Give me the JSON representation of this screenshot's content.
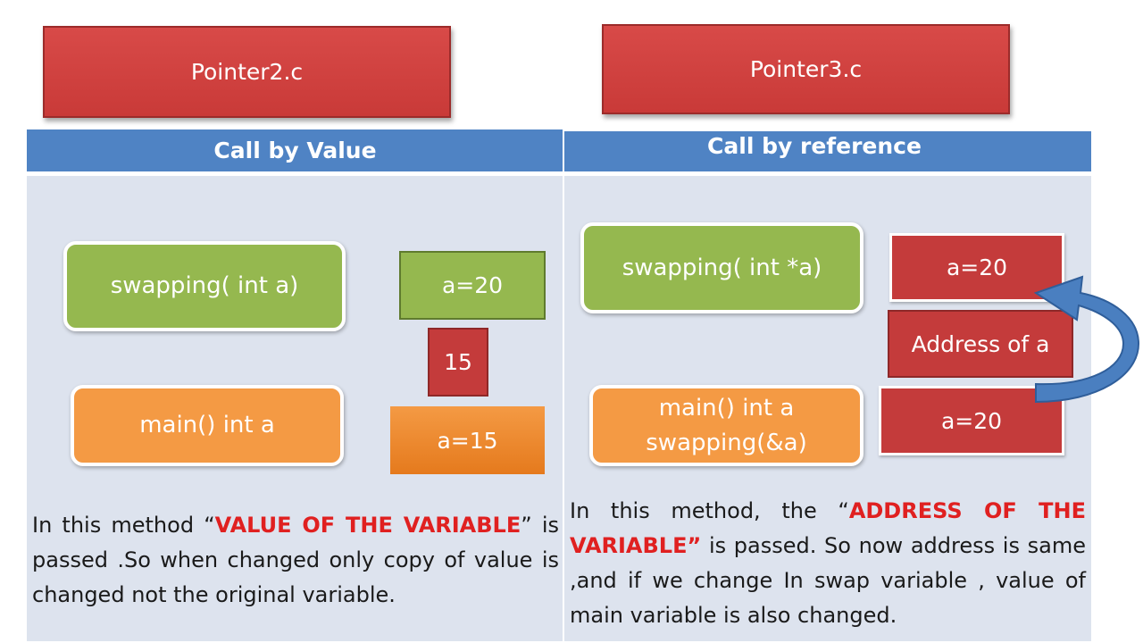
{
  "titles": {
    "left": "Pointer2.c",
    "right": "Pointer3.c"
  },
  "headers": {
    "left": "Call by Value",
    "right": "Call by reference"
  },
  "left": {
    "func_box": "swapping( int a)",
    "main_box": "main() int a",
    "val_top": "a=20",
    "val_mid": "15",
    "val_bottom": "a=15",
    "desc": {
      "pre": "In this method “",
      "hl": "VALUE OF THE VARIABLE",
      "post": "” is passed .So when changed only copy of value is changed not the original variable."
    }
  },
  "right": {
    "func_box": "swapping( int *a)",
    "main_box_line1": "main() int a",
    "main_box_line2": "swapping(&a)",
    "val_top": "a=20",
    "val_mid": "Address of a",
    "val_bottom": "a=20",
    "desc": {
      "pre": "In this method, the “",
      "hl": "ADDRESS OF THE VARIABLE”",
      "post": " is passed. So now address is same ,and if we change In swap variable , value of main variable is also changed."
    }
  },
  "colors": {
    "title_red": "#d84a48",
    "header_blue": "#4f83c4",
    "panel_bg": "#dde3ee",
    "green": "#95b84f",
    "orange": "#f49a44",
    "box_red": "#c43b3b",
    "highlight_red": "#e02020",
    "arrow_blue": "#4a7fc0"
  }
}
